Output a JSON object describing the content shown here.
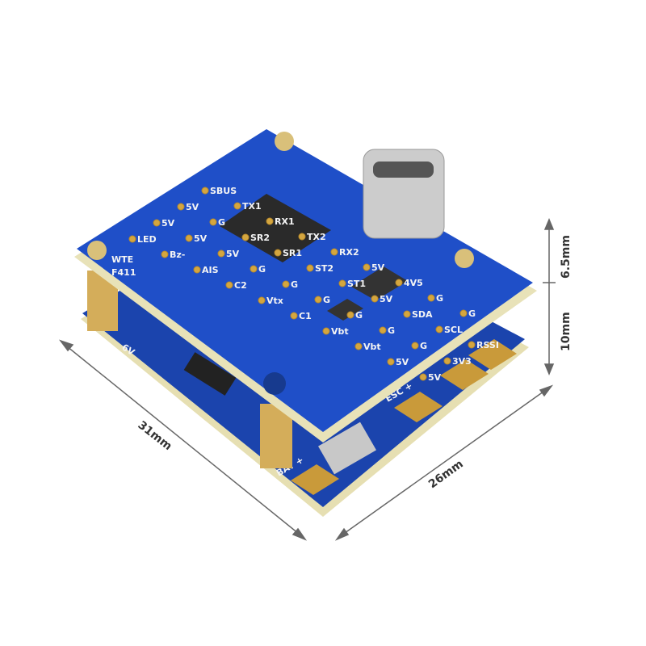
{
  "colors": {
    "pcb": "#1f4fc8",
    "pcb_dark": "#163a96",
    "pad": "#d4a640",
    "edge": "#e8e2b8",
    "standoff": "#d9b160",
    "dimension": "#555555"
  },
  "dimensions": {
    "length": "31mm",
    "width": "26mm",
    "stack_height": "10mm",
    "top_height": "6.5mm"
  },
  "top_board": {
    "brand": "WTE",
    "model": "F411",
    "labels": [
      "LED",
      "Bz-",
      "AIS",
      "C2",
      "Vtx",
      "C1",
      "Vbt",
      "Vbt",
      "5V",
      "5V",
      "5V",
      "5V",
      "5V",
      "G",
      "G",
      "G",
      "G",
      "G",
      "G",
      "3V3",
      "5V",
      "G",
      "SR2",
      "SR1",
      "ST2",
      "ST1",
      "5V",
      "SDA",
      "SCL",
      "RSSI",
      "SBUS",
      "TX1",
      "RX1",
      "TX2",
      "RX2",
      "5V",
      "4V5",
      "G",
      "G"
    ]
  },
  "bottom_board": {
    "labels": [
      "BAT +",
      "ESC +",
      "6V"
    ]
  }
}
